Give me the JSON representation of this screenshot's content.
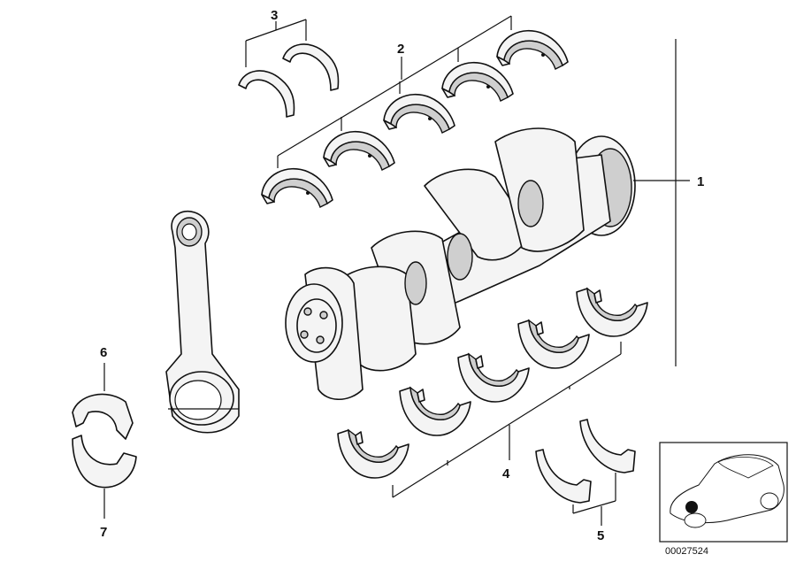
{
  "callouts": {
    "c1": "1",
    "c2": "2",
    "c3": "3",
    "c4": "4",
    "c5": "5",
    "c6": "6",
    "c7": "7"
  },
  "thumbnail": {
    "reference_number": "00027524"
  }
}
